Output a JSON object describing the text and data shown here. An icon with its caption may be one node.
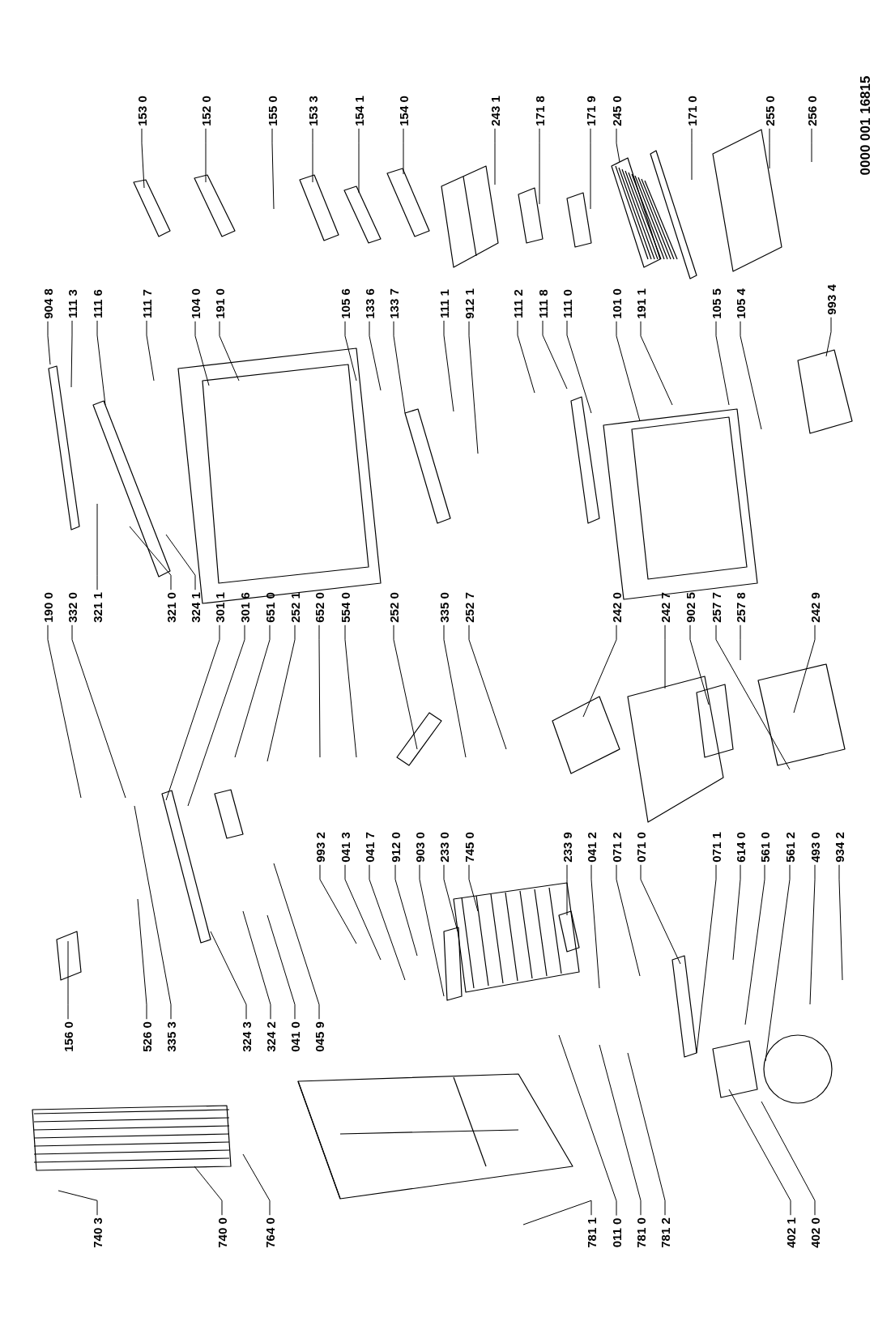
{
  "diagram": {
    "nodes": [
      {
        "text": [
          "153 0"
        ]
      },
      {
        "text": [
          "152 0"
        ]
      },
      {
        "text": [
          "155 0"
        ]
      },
      {
        "text": [
          "153 3"
        ]
      },
      {
        "text": [
          "154 1"
        ]
      },
      {
        "text": [
          "154 0"
        ]
      },
      {
        "text": [
          "243 1"
        ]
      },
      {
        "text": [
          "171 8"
        ]
      },
      {
        "text": [
          "171 9"
        ]
      },
      {
        "text": [
          "245 0"
        ]
      },
      {
        "text": [
          "171 0"
        ]
      },
      {
        "text": [
          "255 0"
        ]
      },
      {
        "text": [
          "256 0"
        ]
      },
      {
        "text": [
          "904 8"
        ]
      },
      {
        "text": [
          "111 3"
        ]
      },
      {
        "text": [
          "111 6"
        ]
      },
      {
        "text": [
          "111 7"
        ]
      },
      {
        "text": [
          "104 0"
        ]
      },
      {
        "text": [
          "191 0"
        ]
      },
      {
        "text": [
          "105 6"
        ]
      },
      {
        "text": [
          "133 6"
        ]
      },
      {
        "text": [
          "133 7"
        ]
      },
      {
        "text": [
          "111 1"
        ]
      },
      {
        "text": [
          "912 1"
        ]
      },
      {
        "text": [
          "111 2"
        ]
      },
      {
        "text": [
          "111 8"
        ]
      },
      {
        "text": [
          "111 0"
        ]
      },
      {
        "text": [
          "101 0"
        ]
      },
      {
        "text": [
          "191 1"
        ]
      },
      {
        "text": [
          "105 5"
        ]
      },
      {
        "text": [
          "105 4"
        ]
      },
      {
        "text": [
          "993 4"
        ]
      },
      {
        "text": [
          "190 0"
        ]
      },
      {
        "text": [
          "332 0"
        ]
      },
      {
        "text": [
          "321 1"
        ]
      },
      {
        "text": [
          "321 0"
        ]
      },
      {
        "text": [
          "324 1"
        ]
      },
      {
        "text": [
          "301 1"
        ]
      },
      {
        "text": [
          "301 6"
        ]
      },
      {
        "text": [
          "651 0"
        ]
      },
      {
        "text": [
          "252 1"
        ]
      },
      {
        "text": [
          "652 0"
        ]
      },
      {
        "text": [
          "554 0"
        ]
      },
      {
        "text": [
          "252 0"
        ]
      },
      {
        "text": [
          "335 0"
        ]
      },
      {
        "text": [
          "252 7"
        ]
      },
      {
        "text": [
          "242 0"
        ]
      },
      {
        "text": [
          "242 7"
        ]
      },
      {
        "text": [
          "902 5"
        ]
      },
      {
        "text": [
          "257 7"
        ]
      },
      {
        "text": [
          "257 8"
        ]
      },
      {
        "text": [
          "242 9"
        ]
      },
      {
        "text": [
          "993 2"
        ]
      },
      {
        "text": [
          "041 3"
        ]
      },
      {
        "text": [
          "041 7"
        ]
      },
      {
        "text": [
          "912 0"
        ]
      },
      {
        "text": [
          "903 0"
        ]
      },
      {
        "text": [
          "233 0"
        ]
      },
      {
        "text": [
          "745 0"
        ]
      },
      {
        "text": [
          "233 9"
        ]
      },
      {
        "text": [
          "041 2"
        ]
      },
      {
        "text": [
          "071 2"
        ]
      },
      {
        "text": [
          "071 0"
        ]
      },
      {
        "text": [
          "071 1"
        ]
      },
      {
        "text": [
          "614 0"
        ]
      },
      {
        "text": [
          "561 0"
        ]
      },
      {
        "text": [
          "561 2"
        ]
      },
      {
        "text": [
          "493 0"
        ]
      },
      {
        "text": [
          "934 2"
        ]
      },
      {
        "text": [
          "156 0"
        ]
      },
      {
        "text": [
          "526 0"
        ]
      },
      {
        "text": [
          "335 3"
        ]
      },
      {
        "text": [
          "324 3"
        ]
      },
      {
        "text": [
          "324 2"
        ]
      },
      {
        "text": [
          "041 0"
        ]
      },
      {
        "text": [
          "045 9"
        ]
      },
      {
        "text": [
          "740 3"
        ]
      },
      {
        "text": [
          "740 0"
        ]
      },
      {
        "text": [
          "764 0"
        ]
      },
      {
        "text": [
          "781 1"
        ]
      },
      {
        "text": [
          "011 0"
        ]
      },
      {
        "text": [
          "781 0"
        ]
      },
      {
        "text": [
          "781 2"
        ]
      },
      {
        "text": [
          "402 1"
        ]
      },
      {
        "text": [
          "402 0"
        ]
      }
    ],
    "edges": [
      {
        "from": 0,
        "to": null,
        "arrow": "none"
      },
      {
        "from": 1,
        "to": null,
        "arrow": "none"
      },
      {
        "from": 2,
        "to": null,
        "arrow": "none"
      },
      {
        "from": 3,
        "to": null,
        "arrow": "none"
      },
      {
        "from": 4,
        "to": null,
        "arrow": "none"
      },
      {
        "from": 5,
        "to": null,
        "arrow": "none"
      },
      {
        "from": 6,
        "to": null,
        "arrow": "none"
      },
      {
        "from": 7,
        "to": null,
        "arrow": "none"
      },
      {
        "from": 8,
        "to": null,
        "arrow": "none"
      },
      {
        "from": 9,
        "to": null,
        "arrow": "none"
      },
      {
        "from": 10,
        "to": null,
        "arrow": "none"
      },
      {
        "from": 11,
        "to": null,
        "arrow": "none"
      },
      {
        "from": 12,
        "to": null,
        "arrow": "none"
      },
      {
        "from": 13,
        "to": null,
        "arrow": "none"
      },
      {
        "from": 14,
        "to": null,
        "arrow": "none"
      },
      {
        "from": 15,
        "to": null,
        "arrow": "none"
      },
      {
        "from": 16,
        "to": null,
        "arrow": "none"
      },
      {
        "from": 17,
        "to": null,
        "arrow": "none"
      },
      {
        "from": 18,
        "to": null,
        "arrow": "none"
      },
      {
        "from": 19,
        "to": null,
        "arrow": "none"
      },
      {
        "from": 20,
        "to": null,
        "arrow": "none"
      },
      {
        "from": 21,
        "to": null,
        "arrow": "none"
      },
      {
        "from": 22,
        "to": null,
        "arrow": "none"
      },
      {
        "from": 23,
        "to": null,
        "arrow": "none"
      },
      {
        "from": 24,
        "to": null,
        "arrow": "none"
      },
      {
        "from": 25,
        "to": null,
        "arrow": "none"
      },
      {
        "from": 26,
        "to": null,
        "arrow": "none"
      },
      {
        "from": 27,
        "to": null,
        "arrow": "none"
      },
      {
        "from": 28,
        "to": null,
        "arrow": "none"
      },
      {
        "from": 29,
        "to": null,
        "arrow": "none"
      },
      {
        "from": 30,
        "to": null,
        "arrow": "none"
      },
      {
        "from": 31,
        "to": null,
        "arrow": "none"
      },
      {
        "from": 32,
        "to": null,
        "arrow": "none"
      },
      {
        "from": 33,
        "to": null,
        "arrow": "none"
      },
      {
        "from": 34,
        "to": null,
        "arrow": "none"
      },
      {
        "from": 35,
        "to": null,
        "arrow": "none"
      },
      {
        "from": 36,
        "to": null,
        "arrow": "none"
      },
      {
        "from": 37,
        "to": null,
        "arrow": "none"
      },
      {
        "from": 38,
        "to": null,
        "arrow": "none"
      },
      {
        "from": 39,
        "to": null,
        "arrow": "none"
      },
      {
        "from": 40,
        "to": null,
        "arrow": "none"
      },
      {
        "from": 41,
        "to": null,
        "arrow": "none"
      },
      {
        "from": 42,
        "to": null,
        "arrow": "none"
      },
      {
        "from": 43,
        "to": null,
        "arrow": "none"
      },
      {
        "from": 44,
        "to": null,
        "arrow": "none"
      },
      {
        "from": 45,
        "to": null,
        "arrow": "none"
      },
      {
        "from": 46,
        "to": null,
        "arrow": "none"
      },
      {
        "from": 47,
        "to": null,
        "arrow": "none"
      },
      {
        "from": 48,
        "to": null,
        "arrow": "none"
      },
      {
        "from": 49,
        "to": null,
        "arrow": "none"
      },
      {
        "from": 50,
        "to": null,
        "arrow": "none"
      },
      {
        "from": 51,
        "to": null,
        "arrow": "none"
      },
      {
        "from": 52,
        "to": null,
        "arrow": "none"
      },
      {
        "from": 53,
        "to": null,
        "arrow": "none"
      },
      {
        "from": 54,
        "to": null,
        "arrow": "none"
      },
      {
        "from": 55,
        "to": null,
        "arrow": "none"
      },
      {
        "from": 56,
        "to": null,
        "arrow": "none"
      },
      {
        "from": 57,
        "to": null,
        "arrow": "none"
      },
      {
        "from": 58,
        "to": null,
        "arrow": "none"
      },
      {
        "from": 59,
        "to": null,
        "arrow": "none"
      },
      {
        "from": 60,
        "to": null,
        "arrow": "none"
      },
      {
        "from": 61,
        "to": null,
        "arrow": "none"
      },
      {
        "from": 62,
        "to": null,
        "arrow": "none"
      },
      {
        "from": 63,
        "to": null,
        "arrow": "none"
      },
      {
        "from": 64,
        "to": null,
        "arrow": "none"
      },
      {
        "from": 65,
        "to": null,
        "arrow": "none"
      },
      {
        "from": 66,
        "to": null,
        "arrow": "none"
      },
      {
        "from": 67,
        "to": null,
        "arrow": "none"
      },
      {
        "from": 68,
        "to": null,
        "arrow": "none"
      },
      {
        "from": 69,
        "to": null,
        "arrow": "none"
      },
      {
        "from": 70,
        "to": null,
        "arrow": "none"
      },
      {
        "from": 71,
        "to": null,
        "arrow": "none"
      },
      {
        "from": 72,
        "to": null,
        "arrow": "none"
      },
      {
        "from": 73,
        "to": null,
        "arrow": "none"
      },
      {
        "from": 74,
        "to": null,
        "arrow": "none"
      },
      {
        "from": 75,
        "to": null,
        "arrow": "none"
      },
      {
        "from": 76,
        "to": null,
        "arrow": "none"
      },
      {
        "from": 77,
        "to": null,
        "arrow": "none"
      },
      {
        "from": 78,
        "to": null,
        "arrow": "none"
      },
      {
        "from": 79,
        "to": null,
        "arrow": "none"
      },
      {
        "from": 80,
        "to": null,
        "arrow": "none"
      },
      {
        "from": 81,
        "to": null,
        "arrow": "none"
      },
      {
        "from": 82,
        "to": null,
        "arrow": "none"
      },
      {
        "from": 83,
        "to": null,
        "arrow": "none"
      },
      {
        "from": 84,
        "to": null,
        "arrow": "none"
      }
    ],
    "labels": [
      "0000 001 16815"
    ]
  }
}
